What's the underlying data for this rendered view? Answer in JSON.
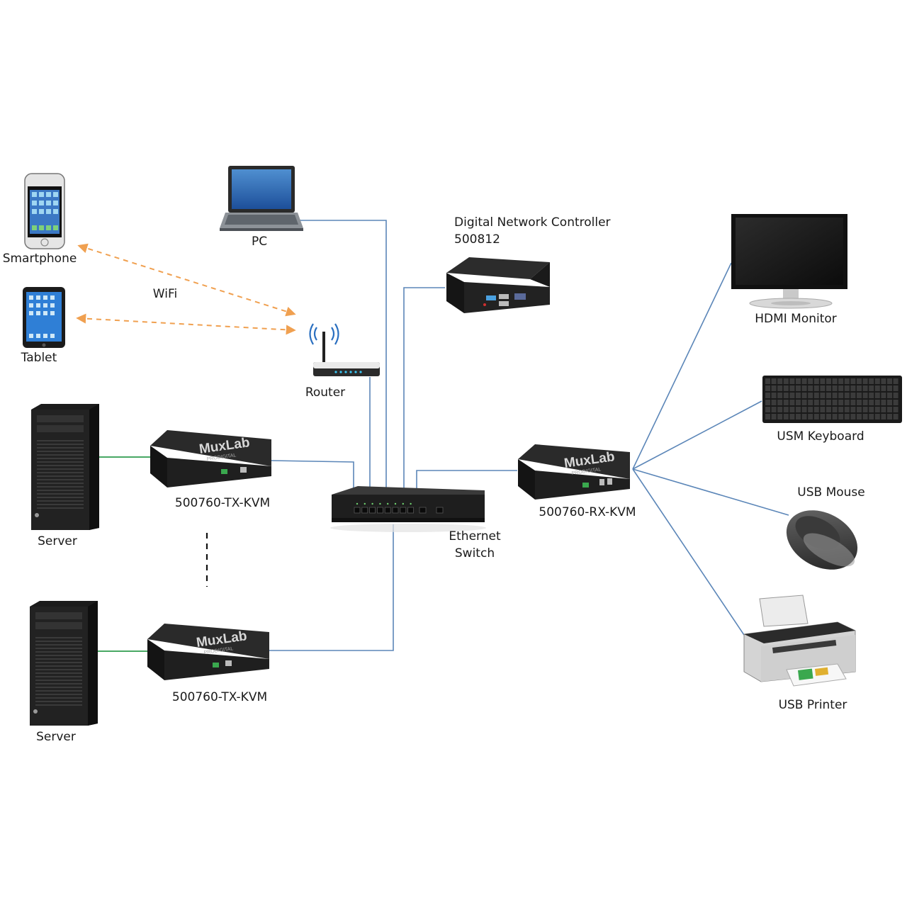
{
  "labels": {
    "smartphone": "Smartphone",
    "tablet": "Tablet",
    "wifi": "WiFi",
    "pc": "PC",
    "router": "Router",
    "controller_line1": "Digital Network Controller",
    "controller_line2": "500812",
    "monitor": "HDMI Monitor",
    "keyboard": "USM Keyboard",
    "mouse": "USB Mouse",
    "printer": "USB Printer",
    "switch_line1": "Ethernet",
    "switch_line2": "Switch",
    "rx": "500760-RX-KVM",
    "tx1": "500760-TX-KVM",
    "tx2": "500760-TX-KVM",
    "server1": "Server",
    "server2": "Server"
  },
  "device_branding": {
    "extender_brand": "MuxLab",
    "extender_subtitle": "PRODIGITAL"
  },
  "colors": {
    "network_link": "#5b86b8",
    "video_link": "#2e9b4e",
    "wifi_link": "#f0a050",
    "device_body": "#1c1c1c"
  },
  "icons": [
    "smartphone-icon",
    "tablet-icon",
    "laptop-icon",
    "router-icon",
    "controller-icon",
    "monitor-icon",
    "keyboard-icon",
    "mouse-icon",
    "printer-icon",
    "switch-icon",
    "kvm-extender-icon",
    "server-icon"
  ]
}
